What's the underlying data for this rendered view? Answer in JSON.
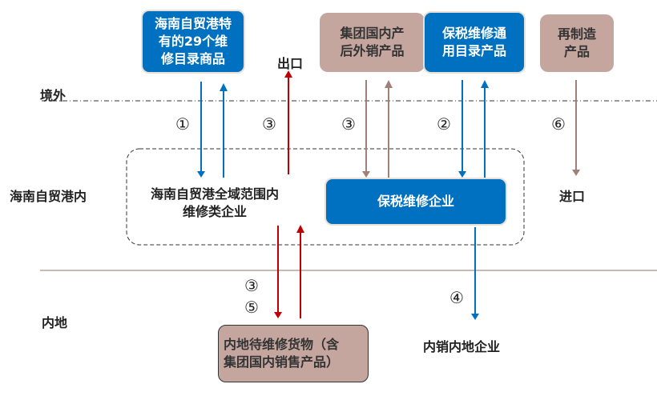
{
  "zones": {
    "overseas": "境外",
    "hainan_ftp": "海南自贸港内",
    "mainland": "内地"
  },
  "boxes": {
    "ftp_29_catalog": "海南自贸港特\n有的29个维\n修目录商品",
    "group_domestic_export": "集团国内产\n后外销产品",
    "bonded_catalog": "保税维修通\n用目录产品",
    "remanufactured": "再制造\n产品",
    "bonded_repair_enterprise": "保税维修企业",
    "mainland_goods": "内地待维修货物（含\n集团国内销售产品）"
  },
  "labels": {
    "export": "出口",
    "import": "进口",
    "ftp_wide_repair": "海南自贸港全域范围内\n维修类企业",
    "domestic_sale": "内销内地企业"
  },
  "markers": {
    "m1": "①",
    "m2": "②",
    "m3a": "③",
    "m3b": "③",
    "m3c": "③",
    "m4": "④",
    "m5": "⑤",
    "m6": "⑥"
  },
  "colors": {
    "blue": "#0070c0",
    "red": "#c00000",
    "rose": "#a08078",
    "rose_fill": "#c4a69f"
  }
}
